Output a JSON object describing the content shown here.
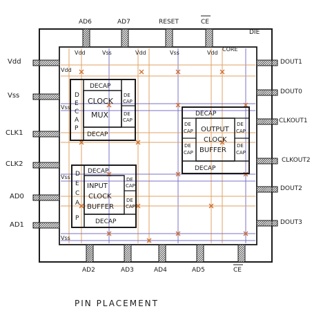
{
  "title": "PIN PLACEMENT",
  "die_label": "DIE",
  "core_label": "CORE",
  "pins": {
    "top": [
      "AD6",
      "AD7",
      "RESET",
      "CE"
    ],
    "bottom": [
      "AD2",
      "AD3",
      "AD4",
      "AD5",
      "CE"
    ],
    "left": [
      "Vdd",
      "Vss",
      "CLK1",
      "CLK2",
      "AD0",
      "AD1"
    ],
    "right": [
      "DOUT1",
      "DOUT0",
      "CLKOUT1",
      "CLKOUT2",
      "DOUT2",
      "DOUT3"
    ]
  },
  "rail_labels": {
    "vdd": "Vdd",
    "vss": "Vss"
  },
  "blocks": {
    "clock_mux": {
      "lines": [
        "CLOCK",
        "MUX"
      ],
      "decap": "DECAP",
      "side_v": [
        "D",
        "E",
        "C",
        "A",
        "P"
      ],
      "side_small": [
        "DE",
        "CAP"
      ]
    },
    "output_buffer": {
      "lines": [
        "OUTPUT",
        "CLOCK",
        "BUFFER"
      ],
      "decap": "DECAP",
      "side_small": [
        "DE",
        "CAP"
      ]
    },
    "input_buffer": {
      "lines": [
        "INPUT",
        "CLOCK",
        "BUFFER"
      ],
      "decap": "DECAP",
      "side_v": [
        "D",
        "E",
        "C",
        "A",
        "P"
      ],
      "side_small": [
        "DE",
        "CAP"
      ]
    }
  },
  "colors": {
    "ink": "#1a1a1a",
    "vdd_rail": "#e0a060",
    "vss_rail": "#7a70c8",
    "marker": "#d07030"
  }
}
